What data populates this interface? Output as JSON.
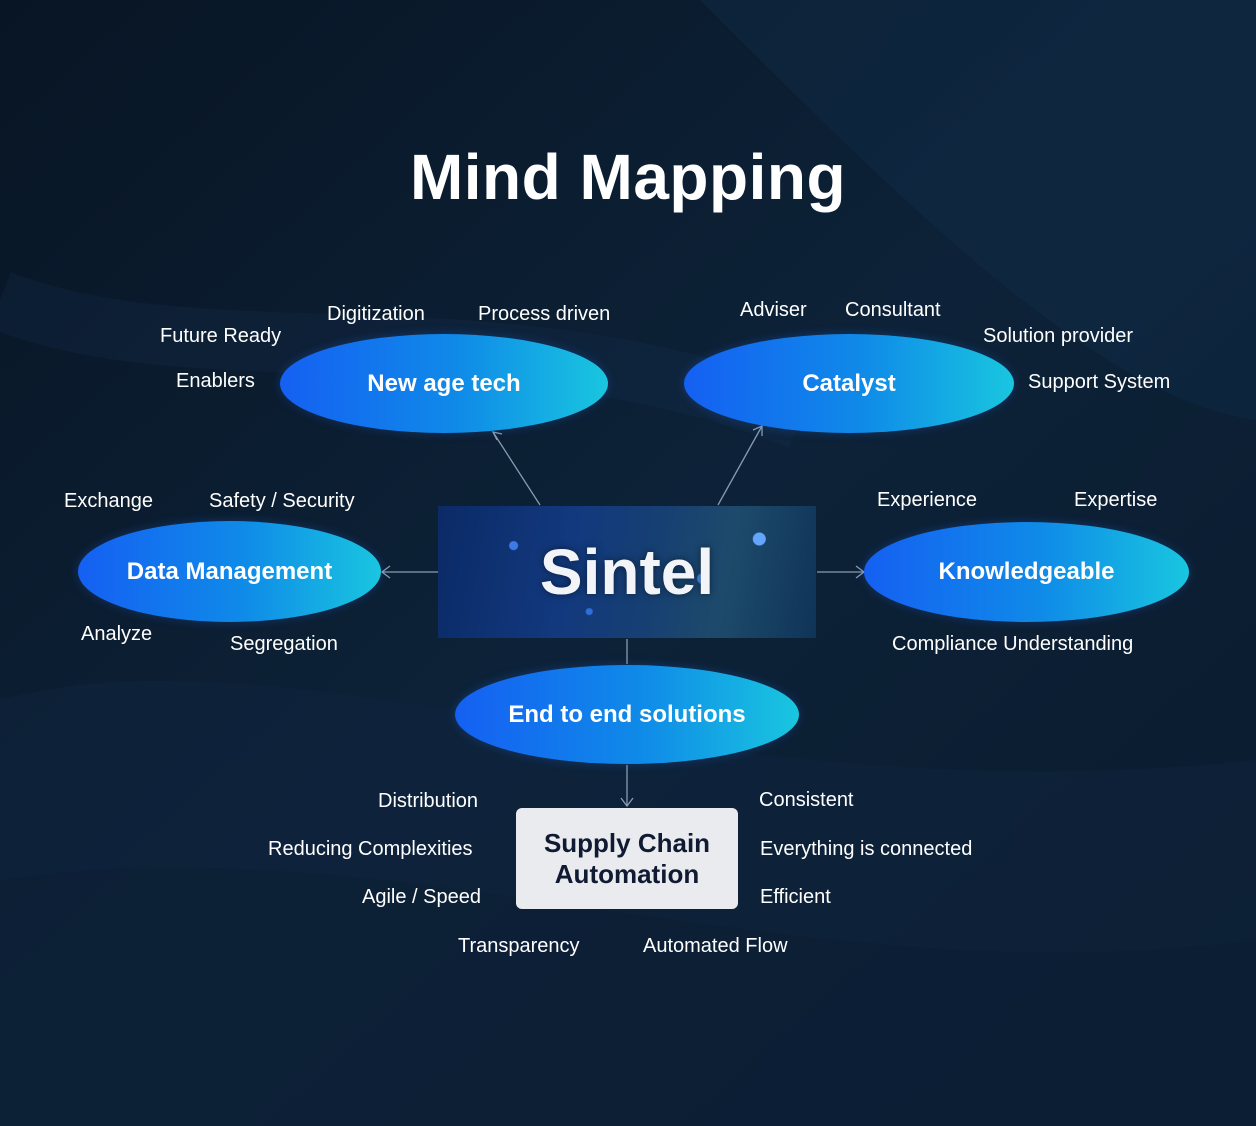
{
  "title": "Mind Mapping",
  "center": "Sintel",
  "nodes": {
    "new_age_tech": "New age tech",
    "catalyst": "Catalyst",
    "data_management": "Data Management",
    "knowledgeable": "Knowledgeable",
    "end_to_end": "End to end solutions",
    "supply_chain": "Supply Chain Automation"
  },
  "labels": {
    "new_age_tech": [
      "Future Ready",
      "Digitization",
      "Process driven",
      "Enablers"
    ],
    "catalyst": [
      "Adviser",
      "Consultant",
      "Solution provider",
      "Support System"
    ],
    "data_management": [
      "Exchange",
      "Safety / Security",
      "Analyze",
      "Segregation"
    ],
    "knowledgeable": [
      "Experience",
      "Expertise",
      "Compliance Understanding"
    ],
    "supply_chain": [
      "Distribution",
      "Reducing Complexities",
      "Agile / Speed",
      "Transparency",
      "Consistent",
      "Everything is connected",
      "Efficient",
      "Automated Flow"
    ]
  },
  "colors": {
    "background": "#0a1a2b",
    "node_gradient_start": "#1560f2",
    "node_gradient_end": "#19c6df",
    "box_fill": "#e9ebee",
    "box_text": "#111a33",
    "connector": "#8a9bb0"
  }
}
